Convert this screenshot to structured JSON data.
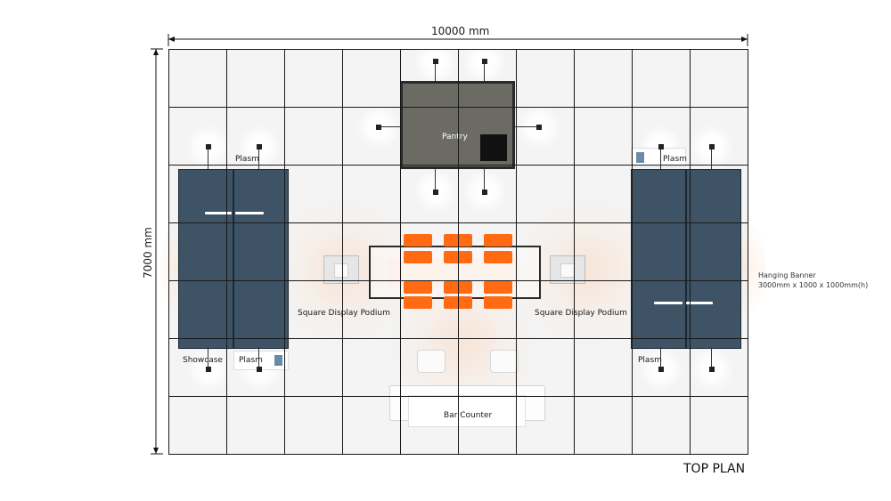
{
  "dimensions": {
    "width_label": "10000 mm",
    "height_label": "7000 mm"
  },
  "labels": {
    "pantry": "Pantry",
    "plasm_top_left": "Plasm",
    "plasm_top_right": "Plasm",
    "plasm_bottom_left": "Plasm",
    "plasm_bottom_right": "Plasm",
    "showcase": "Showcase",
    "podium_left": "Square Display Podium",
    "podium_right": "Square Display Podium",
    "bar_counter": "Bar Counter",
    "hanging_banner_line1": "Hanging Banner",
    "hanging_banner_line2": "3000mm x 1000 x 1000mm(h)",
    "plan_title": "TOP PLAN"
  },
  "colors": {
    "panel": "#3e5366",
    "chairs": "#ff6a12",
    "pantry": "#6b6b64",
    "grid": "#1a1a1a"
  },
  "grid": {
    "columns": 10,
    "rows": 7
  }
}
